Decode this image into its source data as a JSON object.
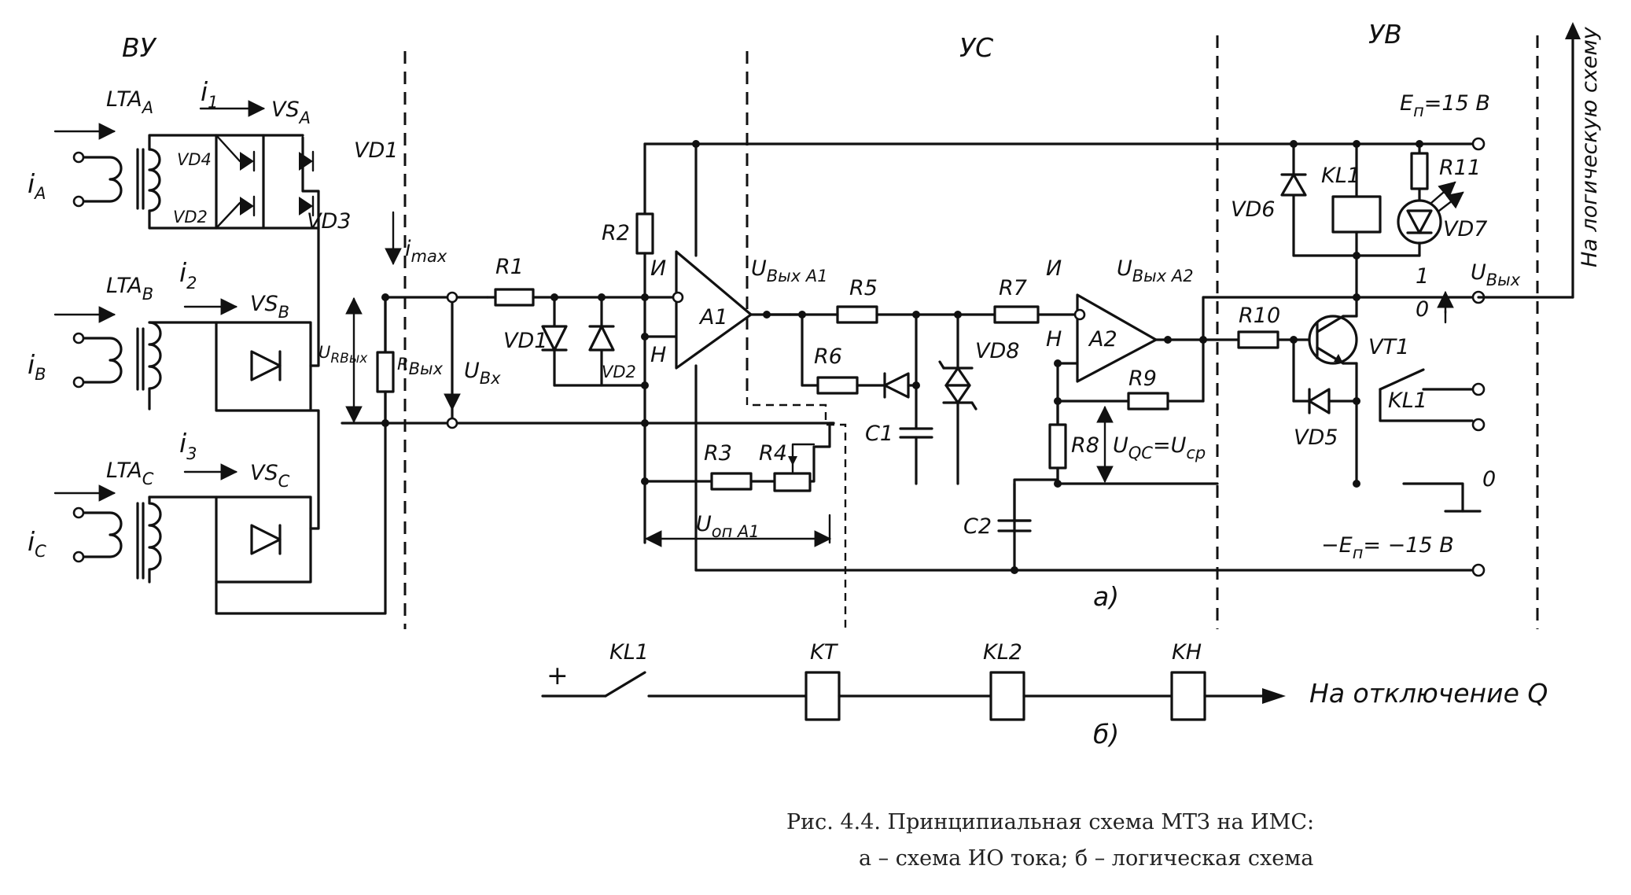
{
  "sections": {
    "vu": "ВУ",
    "us": "УС",
    "uv": "УВ"
  },
  "labels": {
    "lta_a": "LTA",
    "lta_a_sub": "A",
    "lta_b": "LTA",
    "lta_b_sub": "B",
    "lta_c": "LTA",
    "lta_c_sub": "C",
    "i_a": "i",
    "i_a_sub": "A",
    "i_b": "i",
    "i_b_sub": "B",
    "i_c": "i",
    "i_c_sub": "C",
    "i1": "i",
    "i1_sub": "1",
    "i2": "i",
    "i2_sub": "2",
    "i3": "i",
    "i3_sub": "3",
    "vs_a": "VS",
    "vs_a_sub": "A",
    "vs_b": "VS",
    "vs_b_sub": "B",
    "vs_c": "VS",
    "vs_c_sub": "C",
    "vd4": "VD4",
    "vd2_bridge": "VD2",
    "vd1_bridge": "VD1",
    "vd3": "VD3",
    "i_max": "i",
    "i_max_sub": "max",
    "u_rvyx": "U",
    "u_rvyx_sub": "RВых",
    "r_vyx": "R",
    "r_vyx_sub": "Вых",
    "u_vx": "U",
    "u_vx_sub": "Вх",
    "r1": "R1",
    "r2": "R2",
    "r3": "R3",
    "r4": "R4",
    "r5": "R5",
    "r6": "R6",
    "r7": "R7",
    "r8": "R8",
    "r9": "R9",
    "r10": "R10",
    "r11": "R11",
    "vd1": "VD1",
    "vd2": "VD2",
    "vd5": "VD5",
    "vd6": "VD6",
    "vd7": "VD7",
    "vd8": "VD8",
    "c1": "C1",
    "c2": "C2",
    "a1": "A1",
    "a2": "A2",
    "inv_a1": "И",
    "noninv_a1": "Н",
    "inv_a2": "И",
    "noninv_a2": "Н",
    "u_vyx_a1": "U",
    "u_vyx_a1_sub": "Вых А1",
    "u_vyx_a2": "U",
    "u_vyx_a2_sub": "Вых А2",
    "u_op_a1": "U",
    "u_op_a1_sub": "оп А1",
    "u_qc": "U",
    "u_qc_sub": "QC",
    "u_eq": "=U",
    "u_cp_sub": "ср",
    "ep_pos": "E",
    "ep_pos_sub": "п",
    "ep_pos_val": "=15 B",
    "ep_neg_pre": "−E",
    "ep_neg_sub": "п",
    "ep_neg_val": "= −15 B",
    "kl1_coil": "KL1",
    "kl1_contact": "KL1",
    "vt1": "VT1",
    "u_vyx": "U",
    "u_vyx_sub": "Вых",
    "level_1": "1",
    "level_0": "0",
    "zero": "0",
    "to_logic": "На логическую схему",
    "fig_a": "а)",
    "fig_b": "б)",
    "plus": "+",
    "kl1_b": "KL1",
    "kt": "KT",
    "kl2": "KL2",
    "kh": "KH",
    "to_trip": "На отключение Q"
  },
  "caption": {
    "line1": "Рис. 4.4. Принципиальная схема МТЗ на ИМС:",
    "line2": "а – схема ИО тока;  б – логическая схема"
  }
}
